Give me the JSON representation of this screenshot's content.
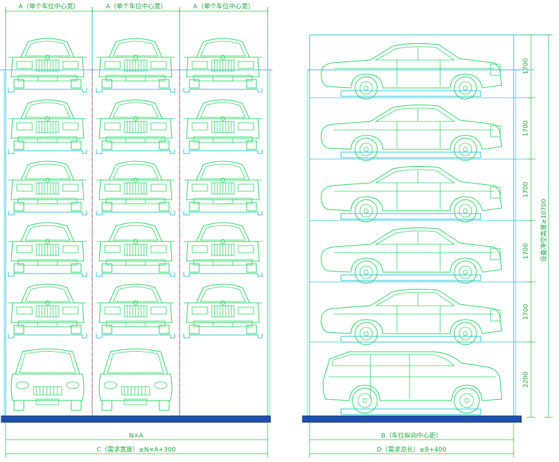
{
  "front_view": {
    "column_labels": [
      "A（单个车位中心宽）",
      "A（单个车位中心宽）",
      "A（单个车位中心宽）"
    ],
    "dim_nxa": "N×A",
    "dim_total_width": "C（需求宽度）≥N×A+300",
    "rows": [
      {
        "level": 1,
        "cars": 3,
        "car_type": "sedan"
      },
      {
        "level": 2,
        "cars": 3,
        "car_type": "sedan"
      },
      {
        "level": 3,
        "cars": 3,
        "car_type": "sedan"
      },
      {
        "level": 4,
        "cars": 3,
        "car_type": "sedan"
      },
      {
        "level": 5,
        "cars": 3,
        "car_type": "sedan"
      },
      {
        "level": 6,
        "cars": 2,
        "car_type": "suv"
      }
    ]
  },
  "side_view": {
    "level_heights": [
      "1700",
      "1700",
      "1700",
      "1700",
      "1700",
      "2200"
    ],
    "total_height_label": "设备净空高度≥10700",
    "dim_b": "B（车位纵向中心距）",
    "dim_total_length": "D（需求总长）≥B+400",
    "levels": [
      {
        "level": 1,
        "car_type": "sedan"
      },
      {
        "level": 2,
        "car_type": "sedan"
      },
      {
        "level": 3,
        "car_type": "sedan"
      },
      {
        "level": 4,
        "car_type": "sedan"
      },
      {
        "level": 5,
        "car_type": "sedan"
      },
      {
        "level": 6,
        "car_type": "suv"
      }
    ]
  },
  "colors": {
    "frame": "#29c7d9",
    "center_line": "#e2455b",
    "car_outline": "#27d85f",
    "dimension": "#2fbf45",
    "foundation": "#1f4fae"
  }
}
